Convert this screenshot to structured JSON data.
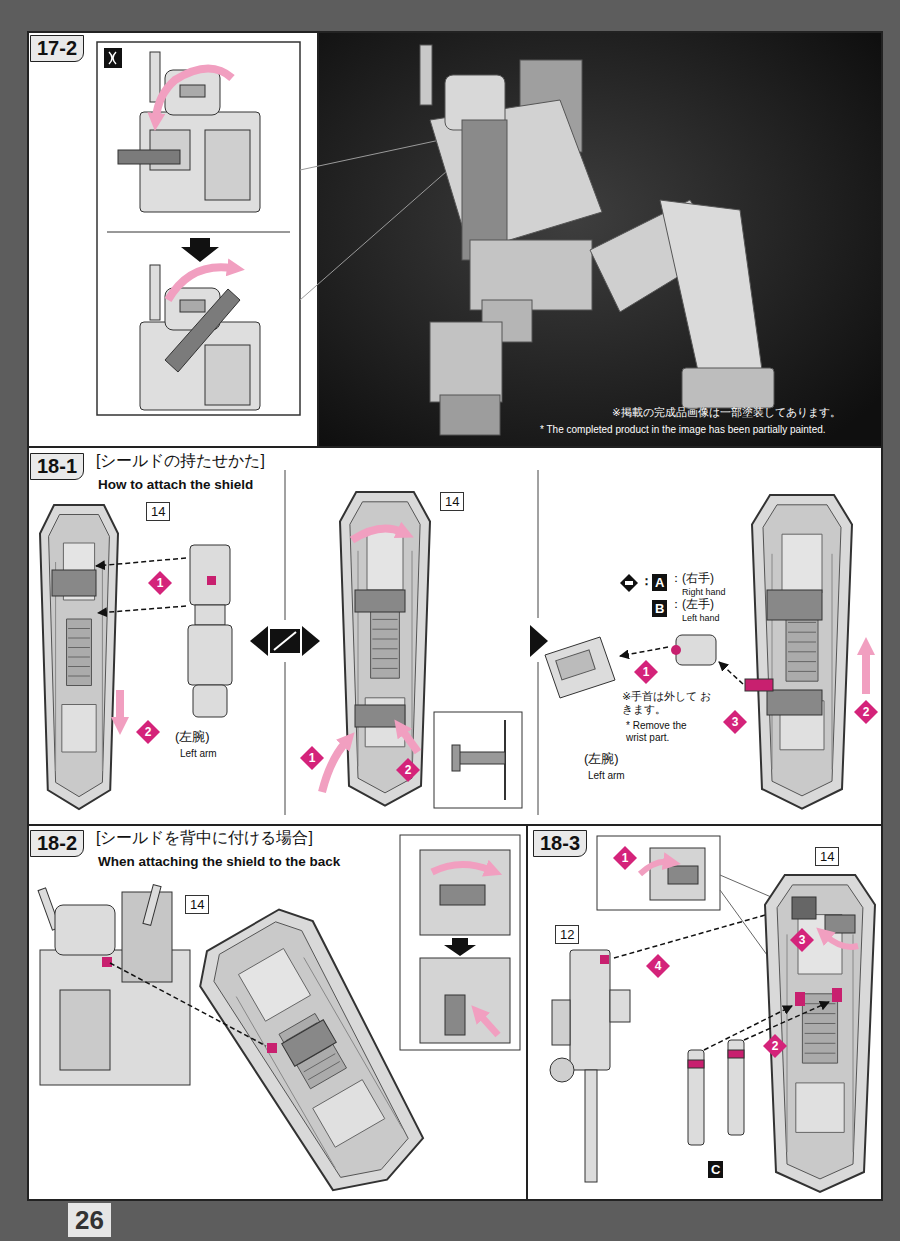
{
  "diagram": {
    "nodes": [
      {
        "text": [
          "17-2"
        ]
      },
      {
        "text": [
          "18-1",
          "[シールドの持たせかた]",
          "How to attach the shield"
        ]
      },
      {
        "text": [
          "14"
        ]
      },
      {
        "text": [
          "14"
        ]
      },
      {
        "text": [
          "A"
        ]
      },
      {
        "text": [
          "B"
        ]
      },
      {
        "text": [
          "18-2",
          "[シールドを背中に付ける場合]",
          "When attaching the shield to the back"
        ]
      },
      {
        "text": [
          "14"
        ]
      },
      {
        "text": [
          "18-3"
        ]
      },
      {
        "text": [
          "14"
        ]
      },
      {
        "text": [
          "12"
        ]
      },
      {
        "text": [
          "C"
        ]
      },
      {
        "text": [
          "26"
        ]
      }
    ],
    "labels": [
      "(左腕)",
      "Left arm",
      "1",
      "2",
      "1",
      "2",
      "：",
      "：(右手)",
      "Right hand",
      "：(左手)",
      "Left hand",
      "1",
      "3",
      "2",
      "※手首は外して おきます。",
      "* Remove the wrist part.",
      "(左腕)",
      "Left arm",
      "※掲載の完成品画像は一部塗装してあります。",
      "* The completed product in the image has been partially painted.",
      "1",
      "3",
      "4",
      "2"
    ]
  }
}
